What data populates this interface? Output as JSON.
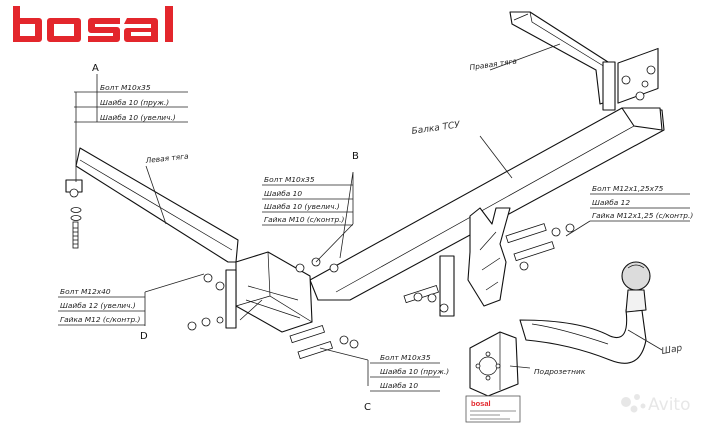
{
  "brand": {
    "logo": "bosal",
    "color": "#e3262c"
  },
  "callouts": {
    "A": {
      "letter": "A",
      "lines": [
        "Болт М10х35",
        "Шайба 10 (пруж.)",
        "Шайба 10 (увелич.)"
      ]
    },
    "B": {
      "letter": "B",
      "lines": [
        "Болт М10х35",
        "Шайба 10",
        "Шайба 10 (увелич.)",
        "Гайка М10 (с/контр.)"
      ]
    },
    "C": {
      "letter": "C",
      "lines": [
        "Болт М10х35",
        "Шайба 10 (пруж.)",
        "Шайба 10"
      ]
    },
    "D": {
      "letter": "D",
      "lines": [
        "Болт М12х40",
        "Шайба 12 (увелич.)",
        "Гайка М12 (с/контр.)"
      ]
    },
    "E": {
      "lines": [
        "Болт М12х1,25х75",
        "Шайба 12",
        "Гайка М12х1,25 (с/контр.)"
      ]
    }
  },
  "parts": {
    "right_rod": "Правая тяга",
    "left_rod": "Левая тяга",
    "beam": "Балка ТСУ",
    "ball": "Шар",
    "socket_bracket": "Подрозетник"
  },
  "watermark": {
    "text": "Avito"
  }
}
